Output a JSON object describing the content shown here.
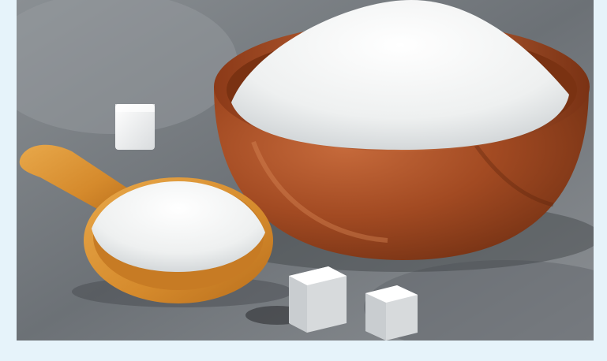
{
  "image": {
    "subject": "sugar",
    "elements": [
      "wooden-bowl-of-sugar",
      "wooden-scoop-of-sugar",
      "sugar-cubes"
    ]
  },
  "caption": {
    "text": ""
  }
}
